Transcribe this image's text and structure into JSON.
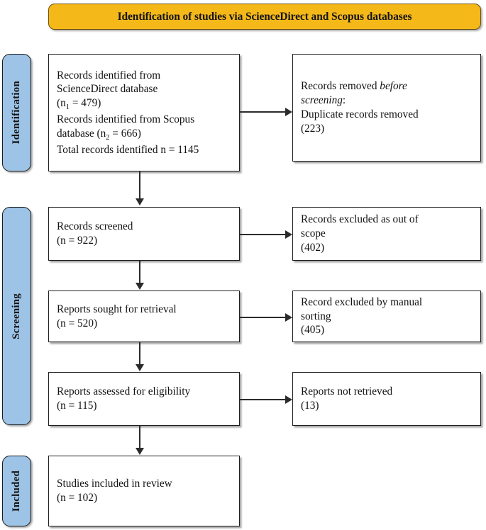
{
  "header": {
    "title": "Identification of studies via ScienceDirect and Scopus databases",
    "background_color": "#F5B819",
    "text_color": "#151515"
  },
  "stages": [
    {
      "key": "identification",
      "label": "Identification"
    },
    {
      "key": "screening",
      "label": "Screening"
    },
    {
      "key": "included",
      "label": "Included"
    }
  ],
  "stage_tab_color": "#9DC3E6",
  "flow": {
    "identified": {
      "line1": "Records identified from",
      "line2": "ScienceDirect database",
      "line3_prefix": "(n",
      "line3_sub": "1",
      "line3_suffix": " = 479)",
      "line4": "Records identified from Scopus",
      "line5_prefix": "database (n",
      "line5_sub": "2",
      "line5_suffix": " = 666)",
      "line6": "Total records identified n = 1145"
    },
    "removed": {
      "line1_plain": "Records removed ",
      "line1_italic": "before",
      "line2_italic": "screening",
      "line2_plain": ":",
      "line3": "Duplicate records removed",
      "line4": "(223)"
    },
    "screened": {
      "line1": "Records screened",
      "line2": "(n = 922)"
    },
    "excluded_scope": {
      "line1": "Records excluded as out of",
      "line2": "scope",
      "line3": "(402)"
    },
    "sought": {
      "line1": "Reports sought for retrieval",
      "line2": "(n = 520)"
    },
    "excluded_manual": {
      "line1": "Record excluded by manual",
      "line2": "sorting",
      "line3": "(405)"
    },
    "assessed": {
      "line1": "Reports assessed for eligibility",
      "line2": "(n = 115)"
    },
    "not_retrieved": {
      "line1": "Reports not retrieved",
      "line2": "(13)"
    },
    "included": {
      "line1": "Studies included in review",
      "line2": "(n = 102)"
    }
  },
  "chart_data": {
    "type": "diagram",
    "title": "Identification of studies via ScienceDirect and Scopus databases",
    "stages": [
      "Identification",
      "Screening",
      "Included"
    ],
    "nodes": [
      {
        "id": "identified",
        "stage": "Identification",
        "column": "left",
        "label": "Records identified from ScienceDirect database (n1 = 479); Records identified from Scopus database (n2 = 666); Total records identified n = 1145",
        "counts": {
          "sciencedirect": 479,
          "scopus": 666,
          "total": 1145
        }
      },
      {
        "id": "removed",
        "stage": "Identification",
        "column": "right",
        "label": "Records removed before screening: Duplicate records removed (223)",
        "counts": {
          "duplicates_removed": 223
        }
      },
      {
        "id": "screened",
        "stage": "Screening",
        "column": "left",
        "label": "Records screened (n = 922)",
        "counts": {
          "n": 922
        }
      },
      {
        "id": "excluded_scope",
        "stage": "Screening",
        "column": "right",
        "label": "Records excluded as out of scope (402)",
        "counts": {
          "n": 402
        }
      },
      {
        "id": "sought",
        "stage": "Screening",
        "column": "left",
        "label": "Reports sought for retrieval (n = 520)",
        "counts": {
          "n": 520
        }
      },
      {
        "id": "excluded_manual",
        "stage": "Screening",
        "column": "right",
        "label": "Record excluded by manual sorting (405)",
        "counts": {
          "n": 405
        }
      },
      {
        "id": "assessed",
        "stage": "Screening",
        "column": "left",
        "label": "Reports assessed for eligibility (n = 115)",
        "counts": {
          "n": 115
        }
      },
      {
        "id": "not_retrieved",
        "stage": "Screening",
        "column": "right",
        "label": "Reports not retrieved (13)",
        "counts": {
          "n": 13
        }
      },
      {
        "id": "included",
        "stage": "Included",
        "column": "left",
        "label": "Studies included in review (n = 102)",
        "counts": {
          "n": 102
        }
      }
    ],
    "edges": [
      {
        "from": "identified",
        "to": "removed",
        "direction": "right"
      },
      {
        "from": "identified",
        "to": "screened",
        "direction": "down"
      },
      {
        "from": "screened",
        "to": "excluded_scope",
        "direction": "right"
      },
      {
        "from": "screened",
        "to": "sought",
        "direction": "down"
      },
      {
        "from": "sought",
        "to": "excluded_manual",
        "direction": "right"
      },
      {
        "from": "sought",
        "to": "assessed",
        "direction": "down"
      },
      {
        "from": "assessed",
        "to": "not_retrieved",
        "direction": "right"
      },
      {
        "from": "assessed",
        "to": "included",
        "direction": "down"
      }
    ]
  }
}
